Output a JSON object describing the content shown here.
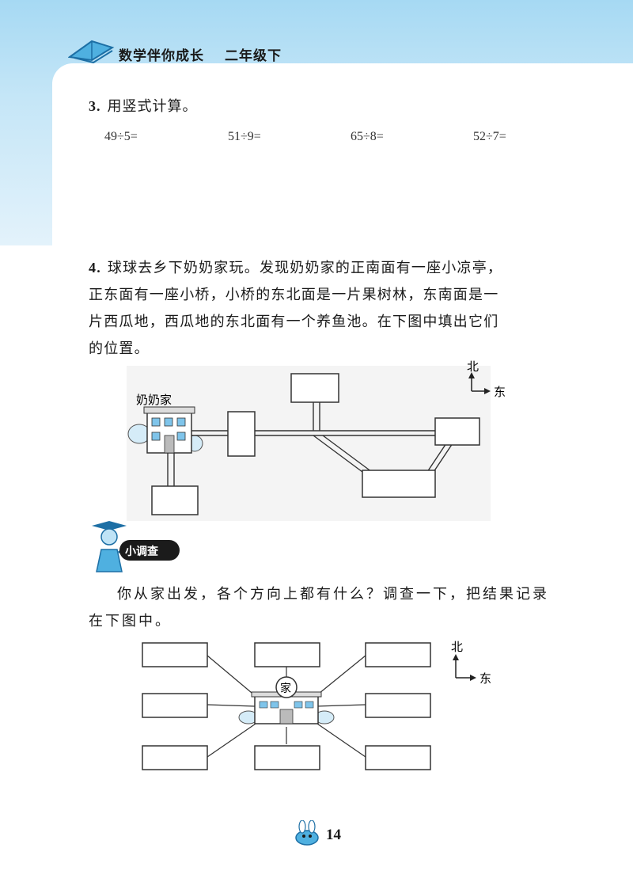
{
  "header": {
    "title": "数学伴你成长",
    "grade": "二年级下"
  },
  "q3": {
    "num": "3.",
    "prompt": "用竖式计算。",
    "problems": [
      "49÷5=",
      "51÷9=",
      "65÷8=",
      "52÷7="
    ]
  },
  "q4": {
    "num": "4.",
    "line1": "球球去乡下奶奶家玩。发现奶奶家的正南面有一座小凉亭，",
    "line2": "正东面有一座小桥，小桥的东北面是一片果树林，东南面是一",
    "line3": "片西瓜地，西瓜地的东北面有一个养鱼池。在下图中填出它们",
    "line4": "的位置。",
    "home_label": "奶奶家",
    "compass": {
      "north": "北",
      "east": "东"
    }
  },
  "survey": {
    "badge": "小调查",
    "text": "你从家出发，各个方向上都有什么？调查一下，把结果记录在下图中。",
    "home_char": "家",
    "compass": {
      "north": "北",
      "east": "东"
    }
  },
  "page_number": "14"
}
